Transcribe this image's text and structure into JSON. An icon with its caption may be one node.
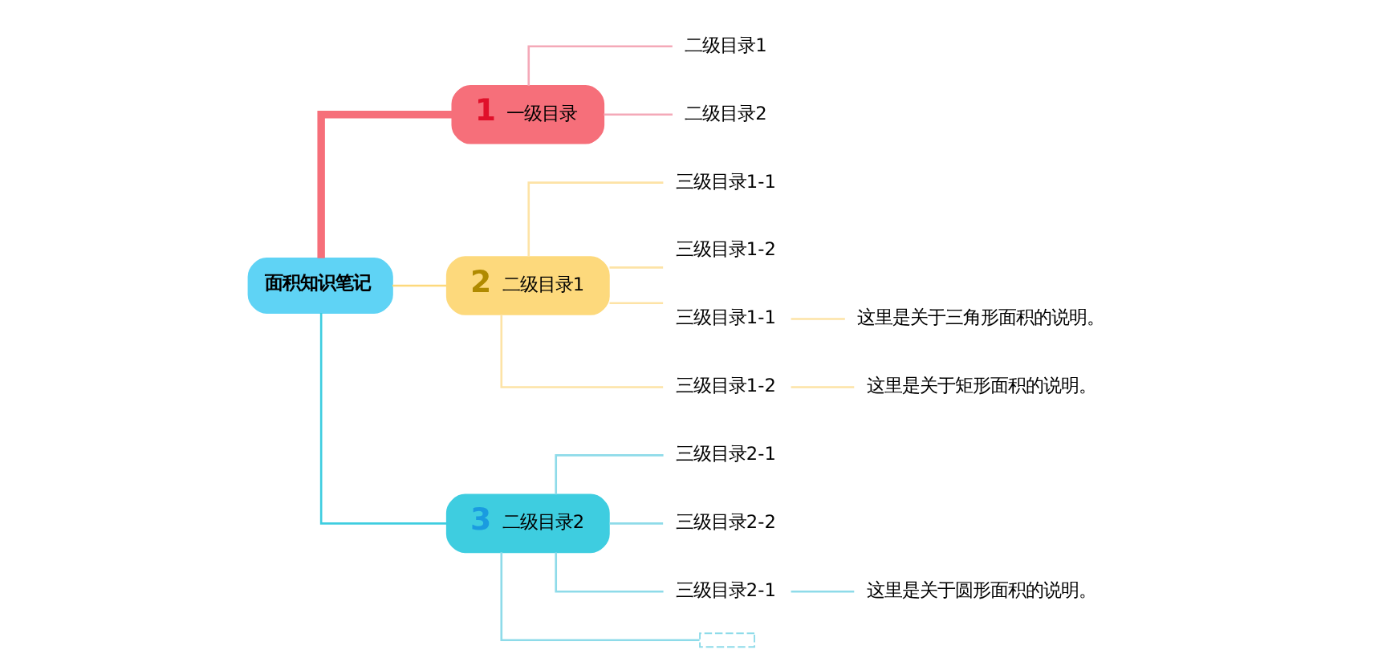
{
  "diagram": {
    "nodes": [
      {
        "text": [
          "面积知识笔记"
        ]
      },
      {
        "text": [
          "1",
          "一级目录"
        ]
      },
      {
        "text": [
          "二级目录1"
        ]
      },
      {
        "text": [
          "二级目录2"
        ]
      },
      {
        "text": [
          "2",
          "二级目录1"
        ]
      },
      {
        "text": [
          "三级目录1-1"
        ]
      },
      {
        "text": [
          "三级目录1-2"
        ]
      },
      {
        "text": [
          "三级目录1-1"
        ]
      },
      {
        "text": [
          "三级目录1-2"
        ]
      },
      {
        "text": [
          "这里是关于三角形面积的说明。"
        ]
      },
      {
        "text": [
          "这里是关于矩形面积的说明。"
        ]
      },
      {
        "text": [
          "3",
          "二级目录2"
        ]
      },
      {
        "text": [
          "三级目录2-1"
        ]
      },
      {
        "text": [
          "三级目录2-2"
        ]
      },
      {
        "text": [
          "三级目录2-1"
        ]
      },
      {
        "text": [],
        "shape": "box"
      },
      {
        "text": [
          "这里是关于圆形面积的说明。"
        ]
      }
    ],
    "edges": [
      {
        "from": 0,
        "to": 1,
        "arrow": "none",
        "style": "thick",
        "color": "#f66f7a"
      },
      {
        "from": 1,
        "to": 2,
        "arrow": "none",
        "color": "#f4a9b8"
      },
      {
        "from": 1,
        "to": 3,
        "arrow": "none",
        "color": "#f4a9b8"
      },
      {
        "from": 0,
        "to": 4,
        "arrow": "none",
        "color": "#fdd97c"
      },
      {
        "from": 4,
        "to": 5,
        "arrow": "none",
        "color": "#fde3a6"
      },
      {
        "from": 4,
        "to": 6,
        "arrow": "none",
        "color": "#fde3a6"
      },
      {
        "from": 4,
        "to": 7,
        "arrow": "none",
        "color": "#fde3a6"
      },
      {
        "from": 4,
        "to": 8,
        "arrow": "none",
        "color": "#fde3a6"
      },
      {
        "from": 7,
        "to": 9,
        "arrow": "none",
        "color": "#fde3a6"
      },
      {
        "from": 8,
        "to": 10,
        "arrow": "none",
        "color": "#fde3a6"
      },
      {
        "from": 0,
        "to": 11,
        "arrow": "none",
        "color": "#3ecde0"
      },
      {
        "from": 11,
        "to": 12,
        "arrow": "none",
        "color": "#8edbe9"
      },
      {
        "from": 11,
        "to": 13,
        "arrow": "none",
        "color": "#8edbe9"
      },
      {
        "from": 11,
        "to": 14,
        "arrow": "none",
        "color": "#8edbe9"
      },
      {
        "from": 11,
        "to": 15,
        "arrow": "none",
        "color": "#8edbe9"
      },
      {
        "from": 14,
        "to": 16,
        "arrow": "none",
        "color": "#8edbe9"
      }
    ]
  }
}
